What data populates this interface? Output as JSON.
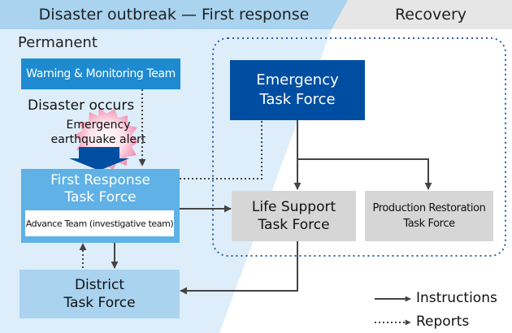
{
  "header": {
    "phase_left": "Disaster outbreak — First response",
    "phase_right": "Recovery"
  },
  "labels": {
    "permanent": "Permanent",
    "disaster_occurs": "Disaster occurs",
    "alert_line1": "Emergency",
    "alert_line2": "earthquake alert"
  },
  "nodes": {
    "warning_team": "Warning & Monitoring Team",
    "emergency_tf": [
      "Emergency",
      "Task Force"
    ],
    "first_response_tf": [
      "First Response",
      "Task Force"
    ],
    "advance_team": "Advance Team (investigative team)",
    "life_support_tf": [
      "Life Support",
      "Task Force"
    ],
    "production_restoration_tf": [
      "Production Restoration",
      "Task Force"
    ],
    "district_tf": [
      "District",
      "Task Force"
    ]
  },
  "legend": {
    "instructions": "Instructions",
    "reports": "Reports"
  },
  "colors": {
    "header_left": "#a9d3ef",
    "header_right": "#e6e6e6",
    "phase_area": "#ddeefa",
    "warning_team": "#1e8ad0",
    "emergency_tf": "#004ea2",
    "first_response_tf": "#5fb1e6",
    "grey_box": "#d6d6d6",
    "district_tf": "#a9d3ef",
    "dotted_frame": "#2d5fa8",
    "arrow": "#444444"
  }
}
